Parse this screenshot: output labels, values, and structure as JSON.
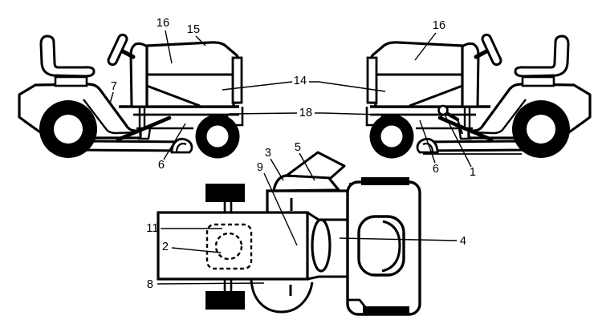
{
  "theme": {
    "ink": "#000000",
    "paper": "#ffffff"
  },
  "callouts": [
    {
      "id": "16-left",
      "label": "16"
    },
    {
      "id": "15",
      "label": "15"
    },
    {
      "id": "7",
      "label": "7"
    },
    {
      "id": "14",
      "label": "14"
    },
    {
      "id": "18",
      "label": "18"
    },
    {
      "id": "6-left",
      "label": "6"
    },
    {
      "id": "16-right",
      "label": "16"
    },
    {
      "id": "6-right",
      "label": "6"
    },
    {
      "id": "1",
      "label": "1"
    },
    {
      "id": "3",
      "label": "3"
    },
    {
      "id": "5",
      "label": "5"
    },
    {
      "id": "9",
      "label": "9"
    },
    {
      "id": "11",
      "label": "11"
    },
    {
      "id": "2",
      "label": "2"
    },
    {
      "id": "8",
      "label": "8"
    },
    {
      "id": "4",
      "label": "4"
    }
  ]
}
